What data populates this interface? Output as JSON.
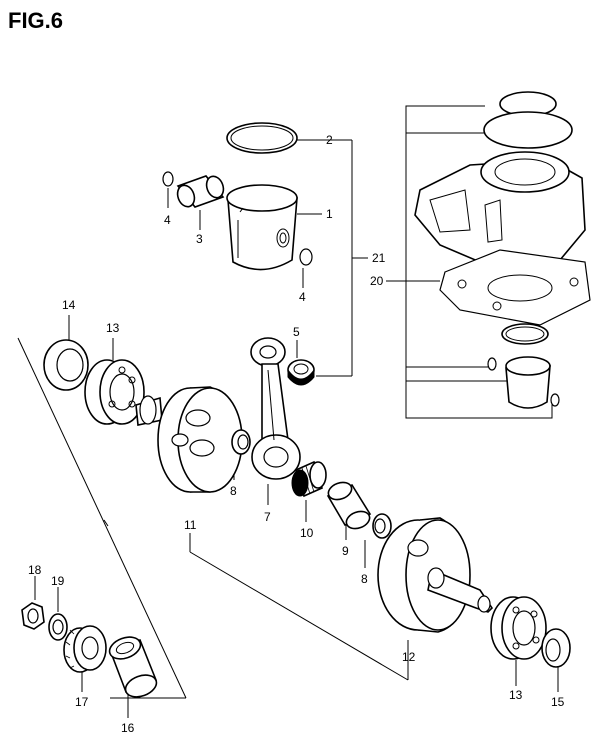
{
  "figure_title": "FIG.6",
  "callouts": {
    "piston": "1",
    "piston_ring": "2",
    "piston_pin": "3",
    "pin_circlip_upper": "4",
    "pin_circlip_lower": "4",
    "conrod_small_end_bearing": "5",
    "conrod": "7",
    "washer_left": "8",
    "washer_right": "8",
    "crank_pin": "9",
    "conrod_big_end_bearing": "10",
    "crank_left": "11",
    "crank_right": "12",
    "bearing_left": "13",
    "bearing_right": "13",
    "oil_seal_left": "14",
    "oil_seal_right": "15",
    "spacer": "16",
    "primary_gear": "17",
    "nut": "18",
    "washer_gear": "19",
    "gasket": "20",
    "piston_set": "21"
  }
}
